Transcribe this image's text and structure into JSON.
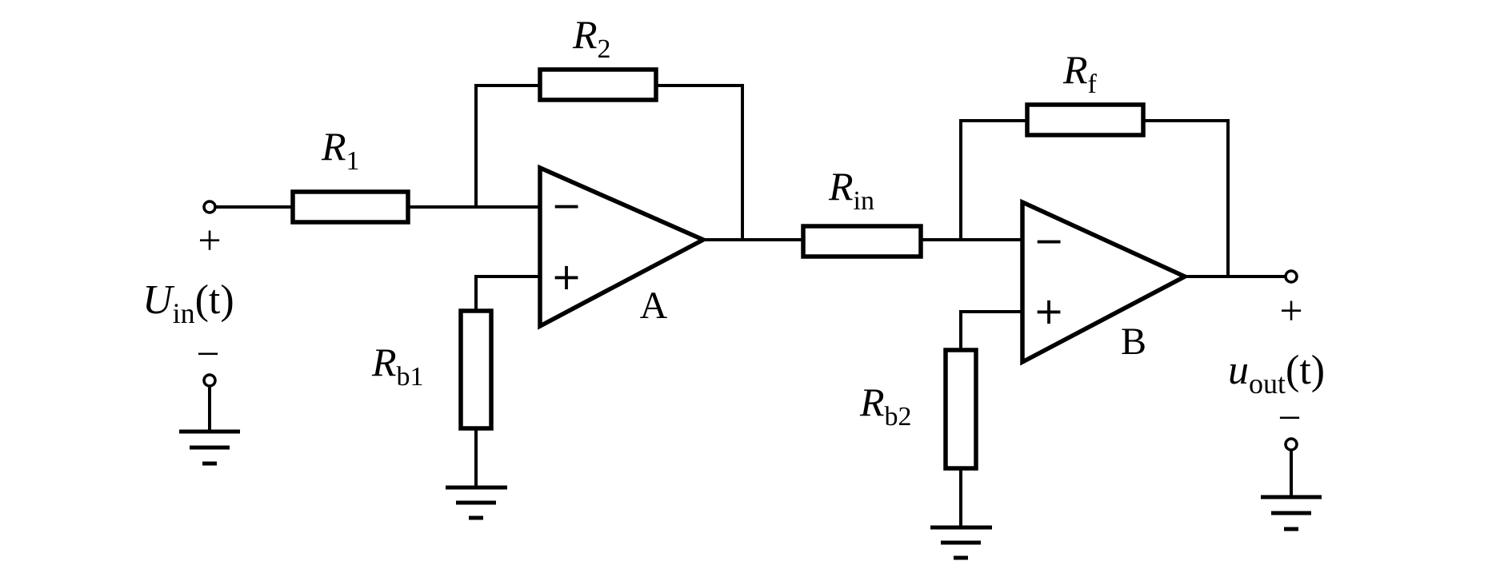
{
  "resistors": {
    "r1": {
      "main": "R",
      "sub": "1"
    },
    "r2": {
      "main": "R",
      "sub": "2"
    },
    "rb1": {
      "main": "R",
      "sub": "b1"
    },
    "rin": {
      "main": "R",
      "sub": "in"
    },
    "rf": {
      "main": "R",
      "sub": "f"
    },
    "rb2": {
      "main": "R",
      "sub": "b2"
    }
  },
  "opamps": {
    "a": {
      "label": "A",
      "inverting": "−",
      "noninverting": "+"
    },
    "b": {
      "label": "B",
      "inverting": "−",
      "noninverting": "+"
    }
  },
  "input": {
    "main": "U",
    "sub": "in",
    "arg": "(t)",
    "plus": "+",
    "minus": "−"
  },
  "output": {
    "main": "u",
    "sub": "out",
    "arg": "(t)",
    "plus": "+",
    "minus": "−"
  }
}
